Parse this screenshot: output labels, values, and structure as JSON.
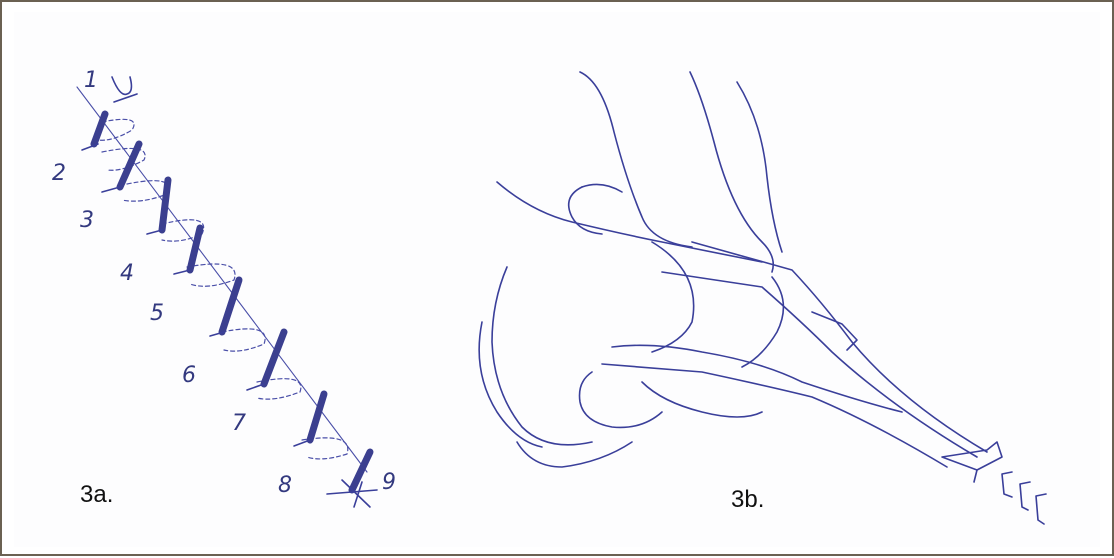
{
  "figure": {
    "caption_a": "3a.",
    "caption_b": "3b.",
    "stitch_numbers": [
      "1",
      "2",
      "3",
      "4",
      "5",
      "6",
      "7",
      "8",
      "9"
    ],
    "ink_color": "#3a3f9a",
    "border_color": "#6b6152"
  }
}
